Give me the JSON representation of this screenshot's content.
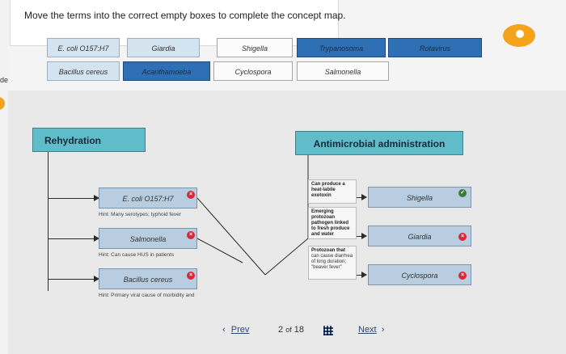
{
  "left_strip": {
    "label": "ded"
  },
  "instruction": "Move the terms into the correct empty boxes to complete the concept map.",
  "terms": [
    "E. coli O157:H7",
    "Giardia",
    "Shigella",
    "Trypanosoma",
    "Rotavirus",
    "Bacillus cereus",
    "Acanthamoeba",
    "Cyclospora",
    "Salmonella"
  ],
  "headings": {
    "left": "Rehydration",
    "right": "Antimicrobial administration"
  },
  "left_slots": [
    {
      "value": "E. coli O157:H7",
      "status": "wrong",
      "hint": "Hint: Many serotypes; typhoid fever"
    },
    {
      "value": "Salmonella",
      "status": "wrong",
      "hint": "Hint: Can cause HUS in patients"
    },
    {
      "value": "Bacillus cereus",
      "status": "wrong",
      "hint": "Hint: Primary viral cause of morbidity and"
    }
  ],
  "right_slots": [
    {
      "value": "Shigella",
      "status": "right"
    },
    {
      "value": "Giardia",
      "status": "wrong"
    },
    {
      "value": "Cyclospora",
      "status": "wrong"
    }
  ],
  "middle_boxes": [
    {
      "bold": "Can produce a heat-labile exotoxin",
      "rest": ""
    },
    {
      "bold": "Emerging protozoan pathogen linked to fresh produce and water",
      "rest": ""
    },
    {
      "bold": "Protozoan that",
      "rest": "can cause diarrhea of long duration; \"beaver fever\""
    }
  ],
  "marks": {
    "wrong": "×",
    "right": "✓"
  },
  "navigation": {
    "prev": "Prev",
    "page": "2",
    "of_label": "of",
    "total": "18",
    "next": "Next"
  },
  "colors": {
    "heading": "#5fbcc8",
    "term": "#d4e3f0",
    "drop": "#b8cde0",
    "wrong": "#d9283a",
    "right": "#3a7d38",
    "accent": "#f4a31a"
  },
  "icons": {
    "prev": "chevron-left-icon",
    "next": "chevron-right-icon",
    "grid": "grid-icon"
  }
}
